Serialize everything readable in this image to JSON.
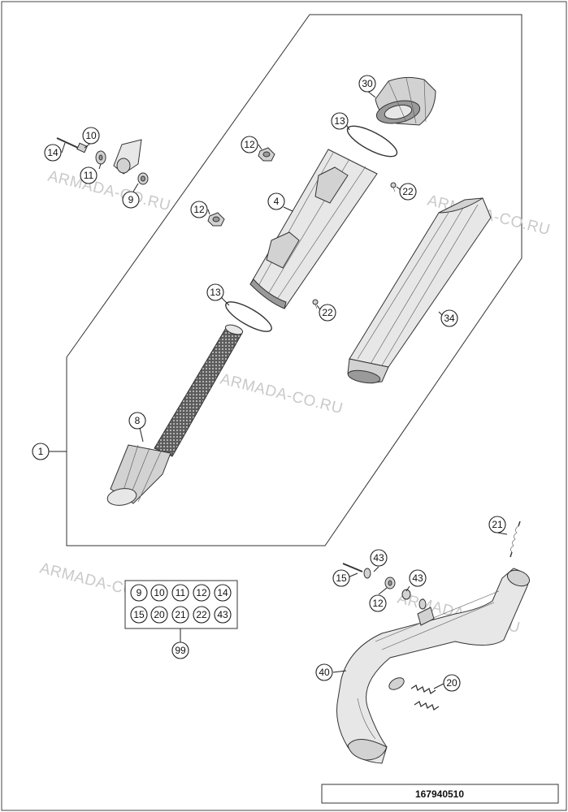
{
  "watermarks": [
    "ARMADA-CO.RU",
    "ARMADA-CO.RU",
    "ARMADA-CO.RU",
    "ARMADA-CO.RU",
    "ARMADA-CO.RU"
  ],
  "callouts": {
    "c1": "1",
    "c4": "4",
    "c8": "8",
    "c9": "9",
    "c10": "10",
    "c11": "11",
    "c12a": "12",
    "c12b": "12",
    "c12c": "12",
    "c13a": "13",
    "c13b": "13",
    "c14": "14",
    "c15": "15",
    "c20": "20",
    "c21": "21",
    "c22a": "22",
    "c22b": "22",
    "c30": "30",
    "c34": "34",
    "c40": "40",
    "c43a": "43",
    "c43b": "43",
    "c99": "99"
  },
  "kit": {
    "items": [
      "9",
      "10",
      "11",
      "12",
      "14",
      "15",
      "20",
      "21",
      "22",
      "43"
    ]
  },
  "reference_number": "167940510"
}
